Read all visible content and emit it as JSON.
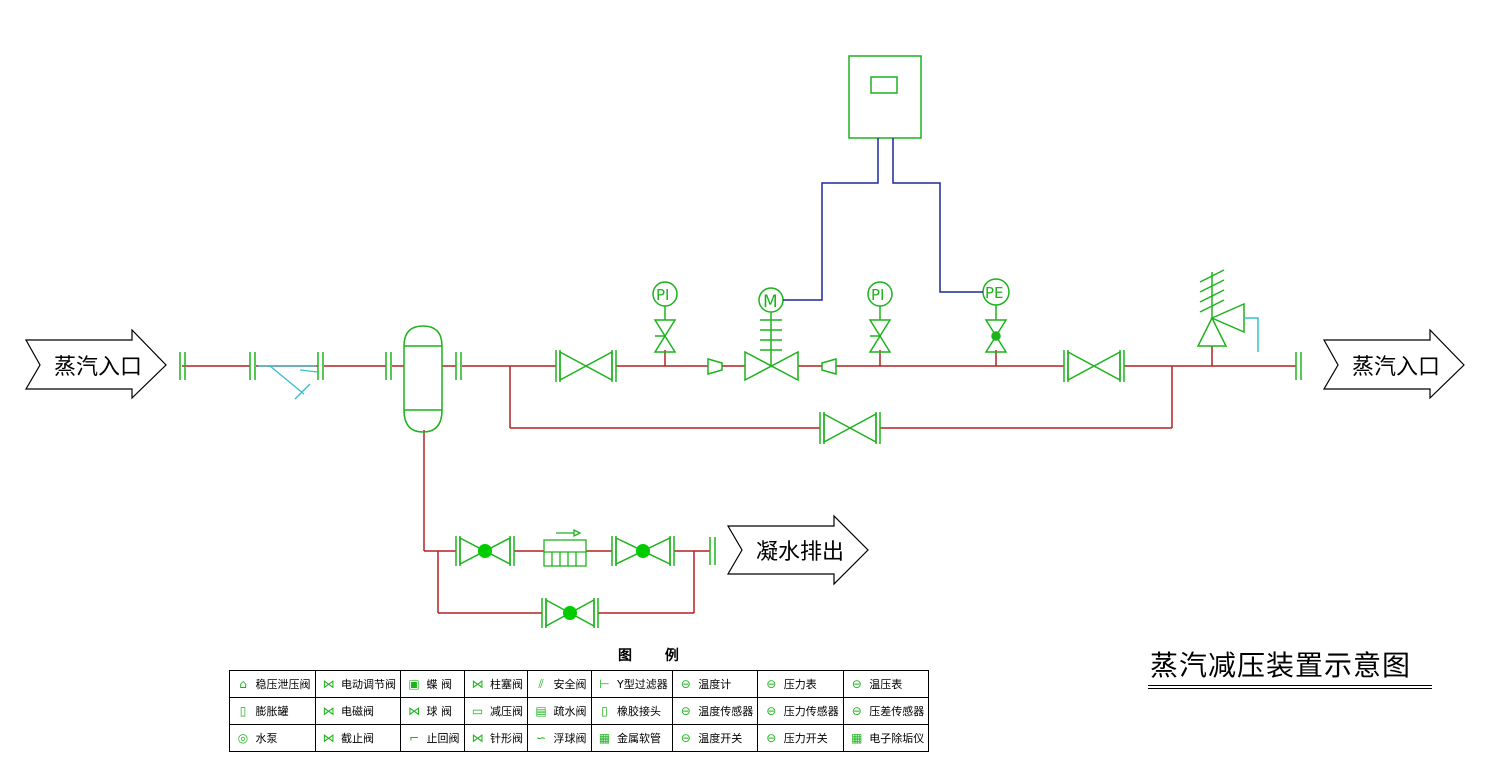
{
  "labels": {
    "inlet": "蒸汽入口",
    "outlet": "蒸汽入口",
    "drain": "凝水排出",
    "pi_left": "PI",
    "pi_right": "PI",
    "motor": "M",
    "pe": "PE"
  },
  "legend": {
    "title": "图  例",
    "rows": [
      [
        {
          "icon": "pressure-stabilizing-valve-icon",
          "symbol": "⌂",
          "label": "稳压泄压阀"
        },
        {
          "icon": "electric-control-valve-icon",
          "symbol": "⋈",
          "label": "电动调节阀"
        },
        {
          "icon": "butterfly-valve-icon",
          "symbol": "▣",
          "label": "蝶  阀"
        },
        {
          "icon": "plunger-valve-icon",
          "symbol": "⋈",
          "label": "柱塞阀"
        },
        {
          "icon": "safety-valve-icon",
          "symbol": "⫽",
          "label": "安全阀"
        },
        {
          "icon": "y-strainer-icon",
          "symbol": "⊢",
          "label": "Y型过滤器"
        },
        {
          "icon": "thermometer-icon",
          "symbol": "⊖",
          "label": "温度计"
        },
        {
          "icon": "pressure-gauge-icon",
          "symbol": "⊖",
          "label": "压力表"
        },
        {
          "icon": "compound-gauge-icon",
          "symbol": "⊖",
          "label": "温压表"
        }
      ],
      [
        {
          "icon": "expansion-tank-icon",
          "symbol": "▯",
          "label": "膨胀罐"
        },
        {
          "icon": "solenoid-valve-icon",
          "symbol": "⋈",
          "label": "电磁阀"
        },
        {
          "icon": "ball-valve-icon",
          "symbol": "⋈",
          "label": "球  阀"
        },
        {
          "icon": "pressure-reducing-valve-icon",
          "symbol": "▭",
          "label": "减压阀"
        },
        {
          "icon": "steam-trap-icon",
          "symbol": "▤",
          "label": "疏水阀"
        },
        {
          "icon": "rubber-joint-icon",
          "symbol": "▯",
          "label": "橡胶接头"
        },
        {
          "icon": "temperature-sensor-icon",
          "symbol": "⊖",
          "label": "温度传感器"
        },
        {
          "icon": "pressure-sensor-icon",
          "symbol": "⊖",
          "label": "压力传感器"
        },
        {
          "icon": "differential-pressure-sensor-icon",
          "symbol": "⊖",
          "label": "压差传感器"
        }
      ],
      [
        {
          "icon": "water-pump-icon",
          "symbol": "◎",
          "label": "水泵"
        },
        {
          "icon": "globe-valve-icon",
          "symbol": "⋈",
          "label": "截止阀"
        },
        {
          "icon": "check-valve-icon",
          "symbol": "⌐",
          "label": "止回阀"
        },
        {
          "icon": "needle-valve-icon",
          "symbol": "⋈",
          "label": "针形阀"
        },
        {
          "icon": "float-valve-icon",
          "symbol": "∽",
          "label": "浮球阀"
        },
        {
          "icon": "metal-hose-icon",
          "symbol": "▦",
          "label": "金属软管"
        },
        {
          "icon": "temperature-switch-icon",
          "symbol": "⊖",
          "label": "温度开关"
        },
        {
          "icon": "pressure-switch-icon",
          "symbol": "⊖",
          "label": "压力开关"
        },
        {
          "icon": "electronic-descaler-icon",
          "symbol": "▦",
          "label": "电子除垢仪"
        }
      ]
    ]
  },
  "diagram_title": "蒸汽减压装置示意图",
  "colors": {
    "pipe": "#b22222",
    "equipment": "#1db31d",
    "signal": "#1c2a9c",
    "strainer": "#33c0d0",
    "text": "#000000"
  }
}
